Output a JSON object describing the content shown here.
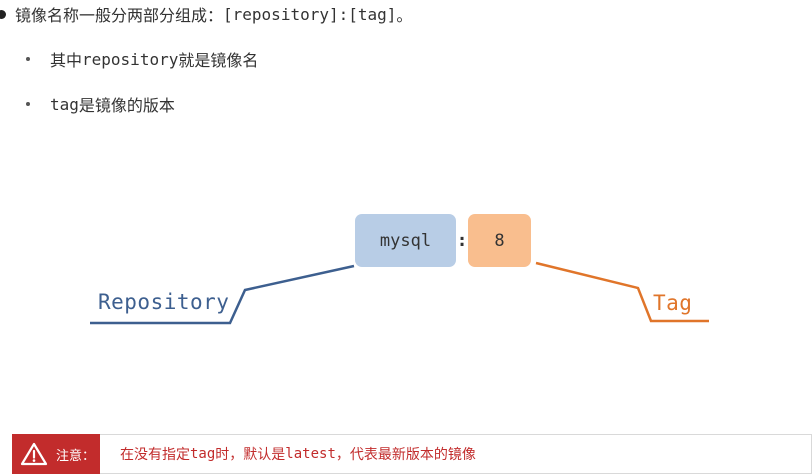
{
  "main_bullet": {
    "text_before": "镜像名称一般分两部分组成：",
    "code": "[repository]:[tag]",
    "text_after": "。"
  },
  "sub_items": [
    {
      "code": "repository",
      "text": "就是镜像名",
      "prefix": "其中"
    },
    {
      "code": "tag",
      "text": "是镜像的版本"
    }
  ],
  "diagram": {
    "repo_box": "mysql",
    "separator": ":",
    "tag_box": "8",
    "repo_label": "Repository",
    "tag_label": "Tag",
    "colors": {
      "repo_box": "#b8cde6",
      "tag_box": "#f9be8e",
      "repo_line": "#3d5f8f",
      "tag_line": "#e0752a"
    }
  },
  "notice": {
    "icon": "warning-triangle-icon",
    "title": "注意：",
    "text_before": "在没有指定",
    "code1": "tag",
    "text_middle": "时，默认是",
    "code2": "latest",
    "text_after": "，代表最新版本的镜像",
    "color": "#c22c2c"
  }
}
